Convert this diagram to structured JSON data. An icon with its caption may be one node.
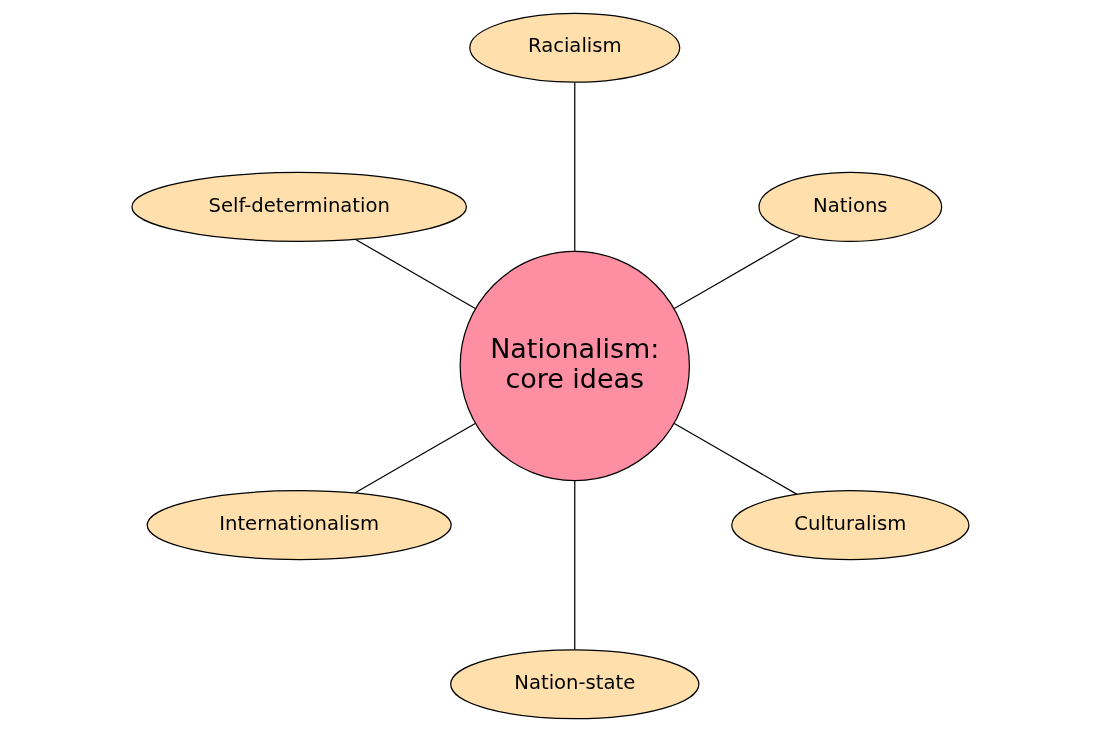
{
  "diagram": {
    "nodes": [
      {
        "text": [
          "Nations"
        ]
      },
      {
        "text": [
          "Racialism"
        ]
      },
      {
        "text": [
          "Self-determination"
        ]
      },
      {
        "text": [
          "Nationalism: core ideas"
        ]
      },
      {
        "text": [
          "Internationalism"
        ]
      },
      {
        "text": [
          "Nation-state"
        ]
      },
      {
        "text": [
          "Culturalism"
        ]
      }
    ],
    "edges": [
      {
        "from": 3,
        "to": 0,
        "arrow": "none"
      },
      {
        "from": 3,
        "to": 1,
        "arrow": "none"
      },
      {
        "from": 3,
        "to": 2,
        "arrow": "none"
      },
      {
        "from": 3,
        "to": 4,
        "arrow": "none"
      },
      {
        "from": 3,
        "to": 5,
        "arrow": "none"
      },
      {
        "from": 3,
        "to": 6,
        "arrow": "none"
      }
    ]
  }
}
